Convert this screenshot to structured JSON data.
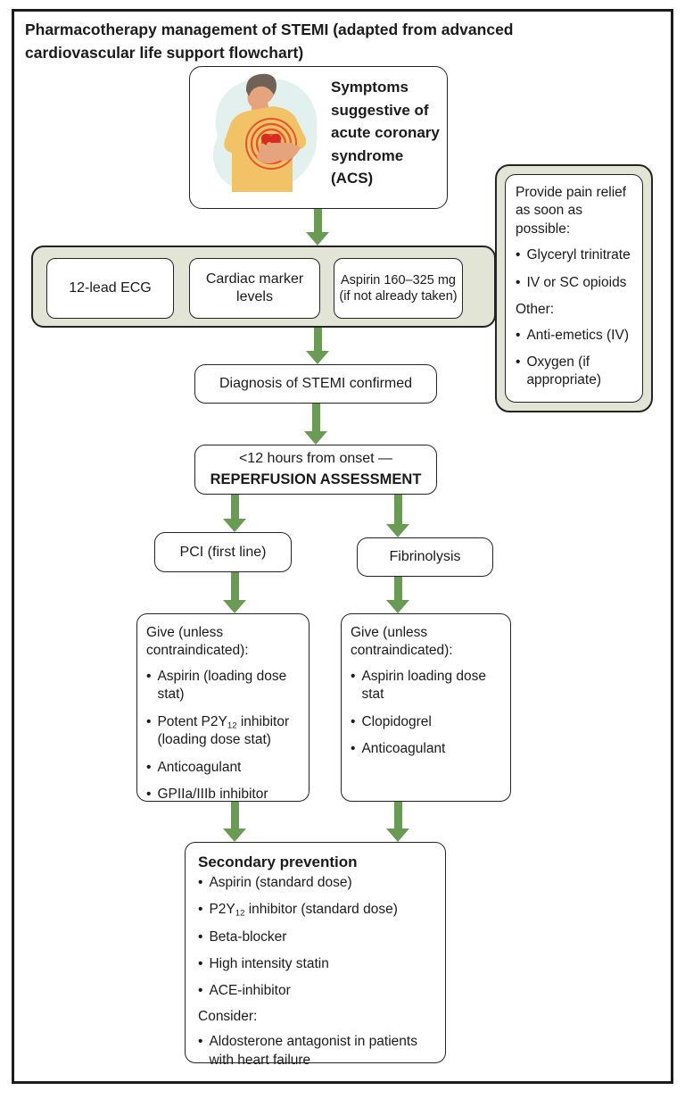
{
  "ui": {
    "bullet": "•"
  },
  "colors": {
    "sage": "#e2e5d5",
    "arrow_green": "#6a9b54",
    "ring_red": "#e8542f",
    "heart_red": "#d92b1f",
    "shirt_yellow": "#f2c266",
    "skin_tone": "#e6a47e",
    "hair_brown": "#6f6156",
    "blob_teal": "#e3f1ee"
  },
  "title": {
    "line1": "Pharmacotherapy management of STEMI (adapted from advanced",
    "line2": "cardiovascular life support flowchart)"
  },
  "symptoms_box": {
    "label": "Symptoms suggestive of acute coronary syndrome (ACS)",
    "illustration": "person-clutching-chest"
  },
  "tests_row": {
    "items": [
      "12-lead ECG",
      "Cardiac marker levels",
      "Aspirin 160–325 mg (if not already taken)"
    ]
  },
  "pain_relief": {
    "heading": "Provide pain relief as soon as possible:",
    "bullets": [
      "Glyceryl trinitrate",
      "IV or SC opioids"
    ],
    "subheading": "Other:",
    "bullets2": [
      "Anti-emetics (IV)",
      "Oxygen (if appropriate)"
    ]
  },
  "diagnosis": {
    "label": "Diagnosis of STEMI confirmed"
  },
  "reperfusion": {
    "line1": "<12 hours from onset —",
    "line2": "REPERFUSION ASSESSMENT"
  },
  "pci": {
    "label": "PCI (first line)"
  },
  "fibrinolysis": {
    "label": "Fibrinolysis"
  },
  "give_pci": {
    "heading": "Give (unless contraindicated):",
    "bullet1": "Aspirin (loading dose stat)",
    "bullet2_pre": "Potent P2Y",
    "bullet2_sub": "12",
    "bullet2_post": " inhibitor (loading dose stat)",
    "bullet3": "Anticoagulant",
    "bullet4": "GPIIa/IIIb inhibitor"
  },
  "give_fibrinolysis": {
    "heading": "Give (unless contraindicated):",
    "bullets": [
      "Aspirin loading dose stat",
      "Clopidogrel",
      "Anticoagulant"
    ]
  },
  "secondary": {
    "heading": "Secondary prevention",
    "bullet1": "Aspirin (standard dose)",
    "bullet2_pre": "P2Y",
    "bullet2_sub": "12",
    "bullet2_post": " inhibitor (standard dose)",
    "bullet3": "Beta-blocker",
    "bullet4": "High intensity statin",
    "bullet5": "ACE-inhibitor",
    "consider_label": "Consider:",
    "consider_bullet": "Aldosterone antagonist in patients with heart failure"
  }
}
